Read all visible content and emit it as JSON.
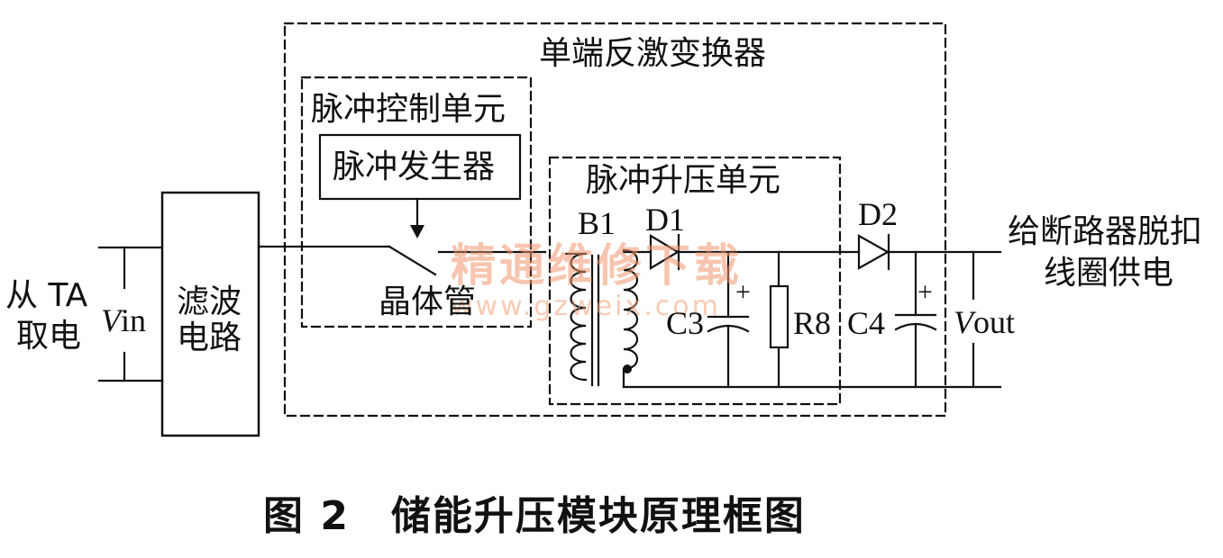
{
  "labels": {
    "source_line1": "从 TA",
    "source_line2": "取电",
    "vin_v": "V",
    "vin_sub": "in",
    "filter_line1": "滤波",
    "filter_line2": "电路",
    "flyback": "单端反激变换器",
    "pulse_control": "脉冲控制单元",
    "pulse_generator": "脉冲发生器",
    "transistor": "晶体管",
    "pulse_boost": "脉冲升压单元",
    "b1": "B1",
    "d1": "D1",
    "d2": "D2",
    "c3": "C3",
    "r8": "R8",
    "c4": "C4",
    "plus_c3": "+",
    "plus_c4": "+",
    "vout_v": "V",
    "vout_sub": "out",
    "output_line1": "给断路器脱扣",
    "output_line2": "线圈供电"
  },
  "watermark": {
    "text": "精通维修下载",
    "url": "www.gzweix.com"
  },
  "caption": "图 2　储能升压模块原理框图",
  "colors": {
    "ink": "#111111",
    "watermark": "#f0966e"
  }
}
